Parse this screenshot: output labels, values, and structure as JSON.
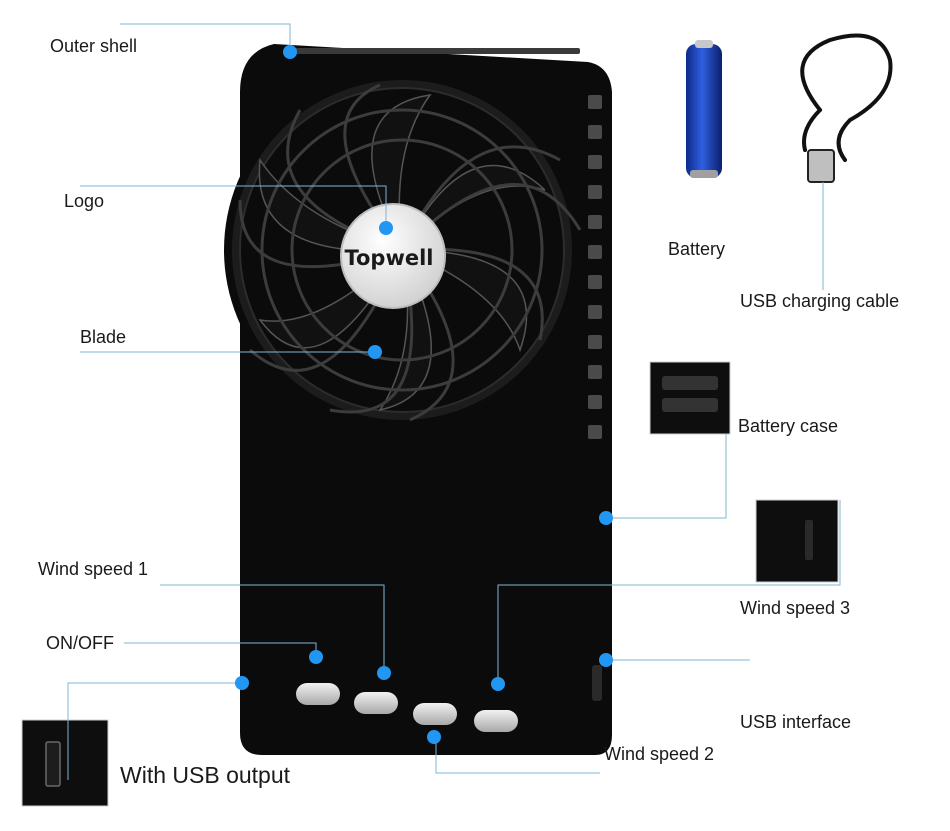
{
  "logo_text": "Topwell",
  "accent_color": "#2196f3",
  "product_color": "#0b0b0b",
  "labels": {
    "outer_shell": "Outer shell",
    "logo": "Logo",
    "blade": "Blade",
    "battery": "Battery",
    "usb_cable": "USB charging cable",
    "battery_case": "Battery case",
    "wind_speed_1": "Wind speed 1",
    "wind_speed_2": "Wind speed 2",
    "wind_speed_3": "Wind speed 3",
    "on_off": "ON/OFF",
    "usb_interface": "USB interface",
    "usb_output": "With USB output"
  },
  "icons": [
    "fan-icon",
    "battery-icon",
    "usb-cable-icon",
    "usb-port-icon"
  ]
}
